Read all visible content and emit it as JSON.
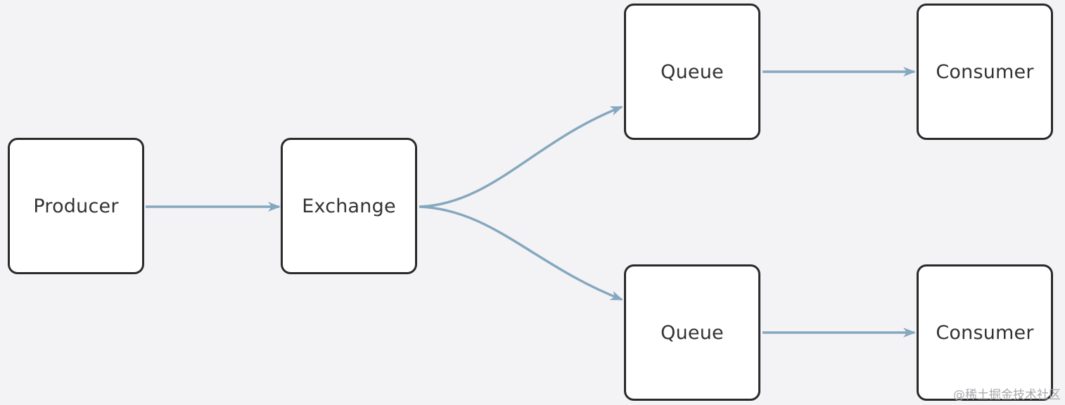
{
  "nodes": {
    "producer": "Producer",
    "exchange": "Exchange",
    "queue_1": "Queue",
    "queue_2": "Queue",
    "consumer_1": "Consumer",
    "consumer_2": "Consumer"
  },
  "edges": [
    {
      "from": "producer",
      "to": "exchange"
    },
    {
      "from": "exchange",
      "to": "queue_1"
    },
    {
      "from": "exchange",
      "to": "queue_2"
    },
    {
      "from": "queue_1",
      "to": "consumer_1"
    },
    {
      "from": "queue_2",
      "to": "consumer_2"
    }
  ],
  "colors": {
    "background": "#f3f3f6",
    "edge": "#86a8be",
    "node_border": "#2a2a2a",
    "node_fill": "#ffffff",
    "text": "#333333"
  },
  "watermark": "@稀土掘金技术社区"
}
